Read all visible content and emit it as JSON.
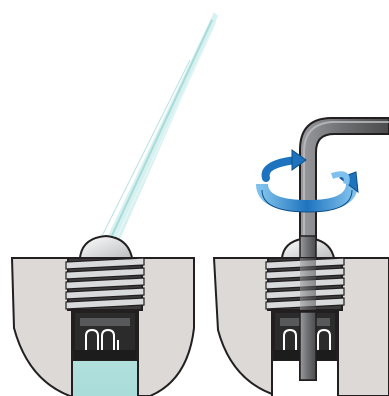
{
  "figure": {
    "panels": [
      {
        "id": "left",
        "depicts": "sprinkler-nozzle-spraying"
      },
      {
        "id": "right",
        "depicts": "hex-key-adjusting-nozzle"
      }
    ],
    "colors": {
      "ground": "#dcd9d7",
      "ground_edge": "#231f20",
      "thread": "#d9dadb",
      "thread_dark": "#3b3b3c",
      "water": "#a9dcd9",
      "spray": "#cfeeed",
      "hex_key": "#6d6e71",
      "hex_key_highlight": "#a7a9ac",
      "rotate_arrow": "#1e73be",
      "rotate_arrow_light": "#7fc1ec"
    },
    "icons": [
      "spray-stream-icon",
      "hex-key-icon",
      "rotate-arrow-icon"
    ]
  }
}
